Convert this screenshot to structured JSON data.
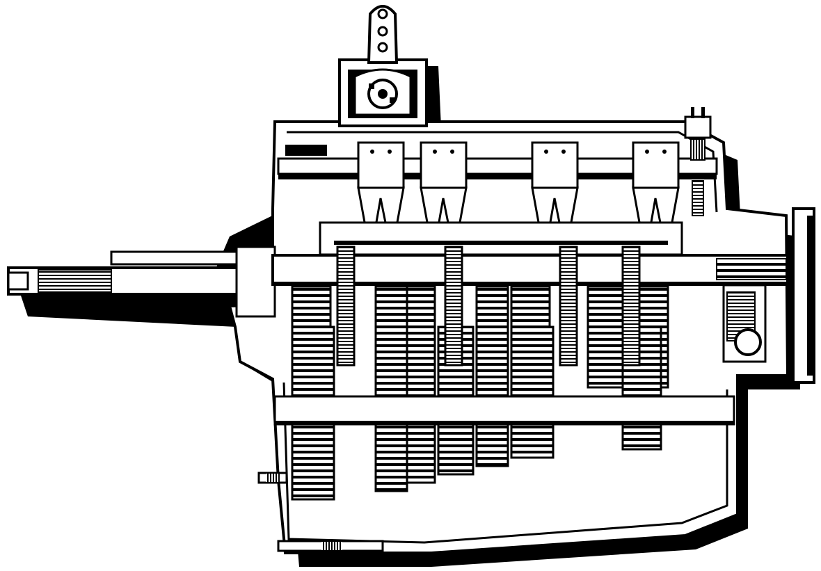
{
  "figure": {
    "subject": "gearbox-cutaway",
    "colors": {
      "ink": "#000000",
      "paper": "#ffffff"
    },
    "helical_gears": [
      {
        "id": "g1",
        "upper": true
      },
      {
        "id": "g2",
        "upper": true
      },
      {
        "id": "g3",
        "upper": true
      },
      {
        "id": "g4",
        "upper": true
      },
      {
        "id": "g5",
        "upper": true
      },
      {
        "id": "g6",
        "upper": true
      },
      {
        "id": "g7",
        "upper": true
      },
      {
        "id": "c1",
        "upper": false
      },
      {
        "id": "c2",
        "upper": false
      },
      {
        "id": "c3",
        "upper": false
      },
      {
        "id": "c4",
        "upper": false
      },
      {
        "id": "c5",
        "upper": false
      },
      {
        "id": "c6",
        "upper": false
      },
      {
        "id": "c7",
        "upper": false
      }
    ],
    "shift_forks": 4,
    "synchro_hubs": 4
  }
}
